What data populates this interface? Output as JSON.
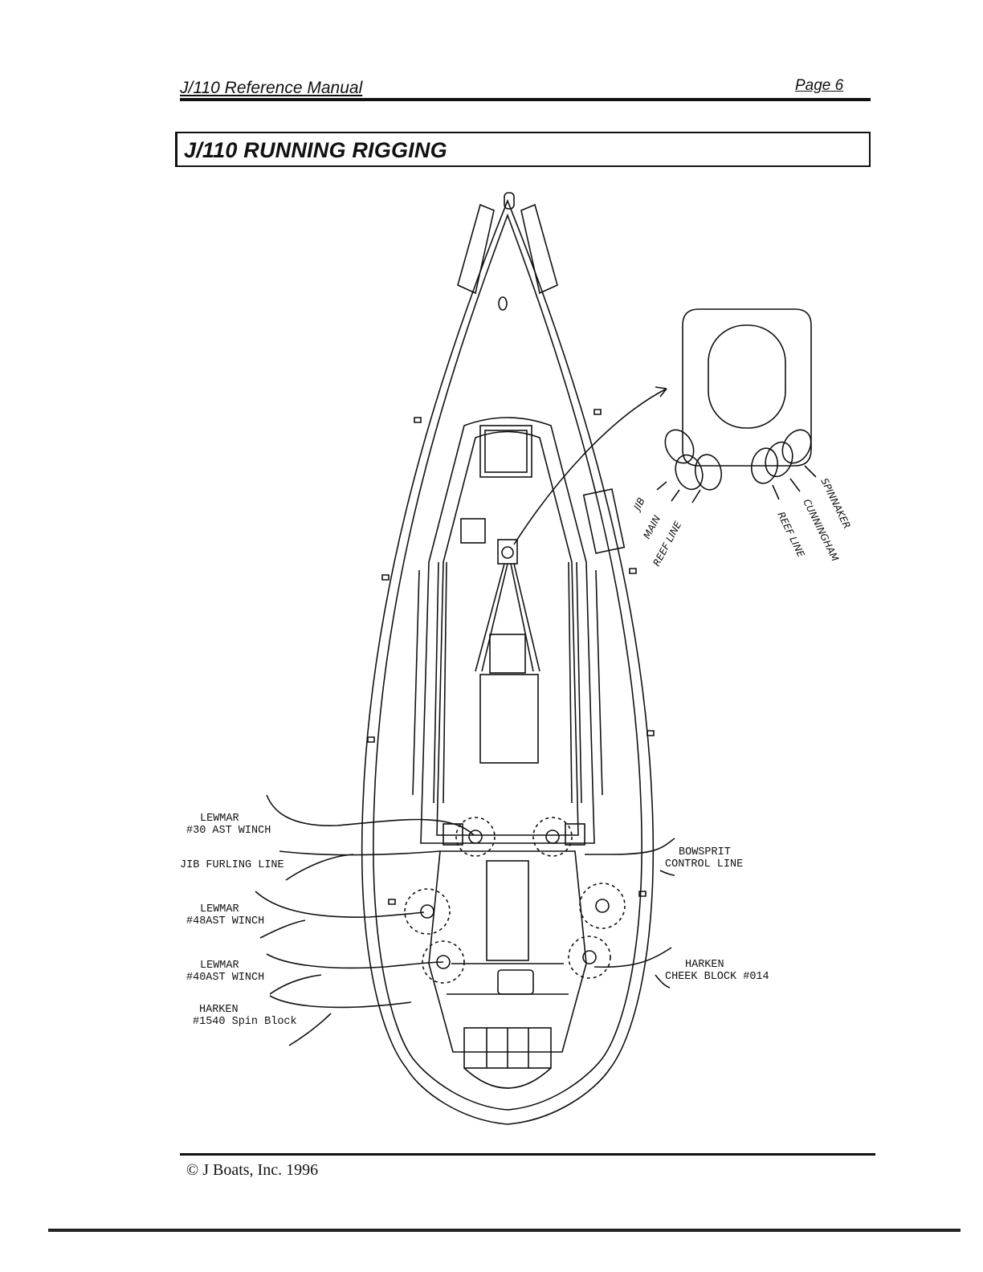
{
  "header": {
    "manual_title": "J/110 Reference Manual",
    "page_label": "Page 6"
  },
  "title": "J/110 RUNNING RIGGING",
  "callouts_left": [
    {
      "line1": "LEWMAR",
      "line2": "#30 AST WINCH"
    },
    {
      "line1": "JIB FURLING LINE",
      "line2": ""
    },
    {
      "line1": "LEWMAR",
      "line2": "#48AST WINCH"
    },
    {
      "line1": "LEWMAR",
      "line2": "#40AST WINCH"
    },
    {
      "line1": "HARKEN",
      "line2": "#1540 Spin Block"
    }
  ],
  "callouts_right": [
    {
      "line1": "BOWSPRIT",
      "line2": "CONTROL LINE"
    },
    {
      "line1": "HARKEN",
      "line2": "CHEEK BLOCK #014"
    }
  ],
  "clutch_labels": {
    "jib": "JIB",
    "main": "MAIN",
    "reef_line_left": "REEF LINE",
    "reef_line_right": "REEF LINE",
    "cunningham": "CUNNINGHAM",
    "spinnaker": "SPINNAKER"
  },
  "footer": {
    "copyright": "© J Boats, Inc.  1996"
  }
}
